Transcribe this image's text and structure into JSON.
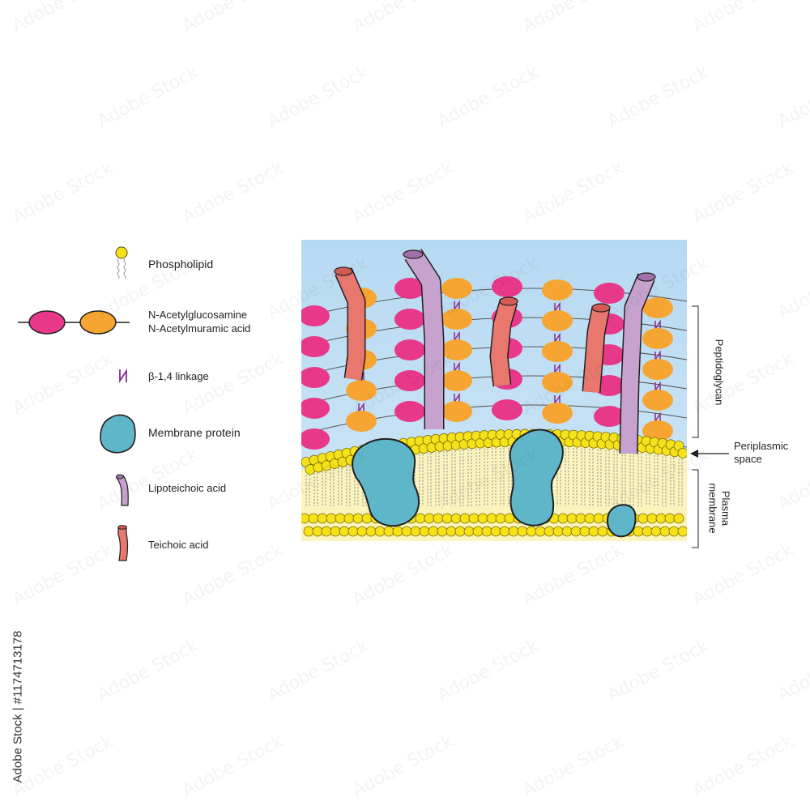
{
  "legend": {
    "phospholipid": "Phospholipid",
    "nag": "N-Acetylglucosamine",
    "nam": "N-Acetylmuramic acid",
    "linkage": "β-1,4 linkage",
    "membrane_protein": "Membrane protein",
    "lipoteichoic": "Lipoteichoic acid",
    "teichoic": "Teichoic acid"
  },
  "labels": {
    "peptidoglycan": "Peptidoglycan",
    "periplasmic_line1": "Periplasmic",
    "periplasmic_line2": "space",
    "plasma_line1": "Plasma",
    "plasma_line2": "membrane"
  },
  "watermark": {
    "brand": "Adobe Stock",
    "id": "#1174713178",
    "full": "Adobe Stock | #1174713178"
  },
  "colors": {
    "nag_magenta": "#e8388a",
    "nam_orange": "#f7a532",
    "linkage_purple": "#8a2b8f",
    "protein_teal": "#5fb6c8",
    "lipoteichoic_lilac": "#c7a2cf",
    "teichoic_salmon": "#e8786e",
    "head_yellow": "#f5e21a",
    "membrane_cream": "#fbf4bd",
    "sky_blue": "#b9dcf3"
  }
}
